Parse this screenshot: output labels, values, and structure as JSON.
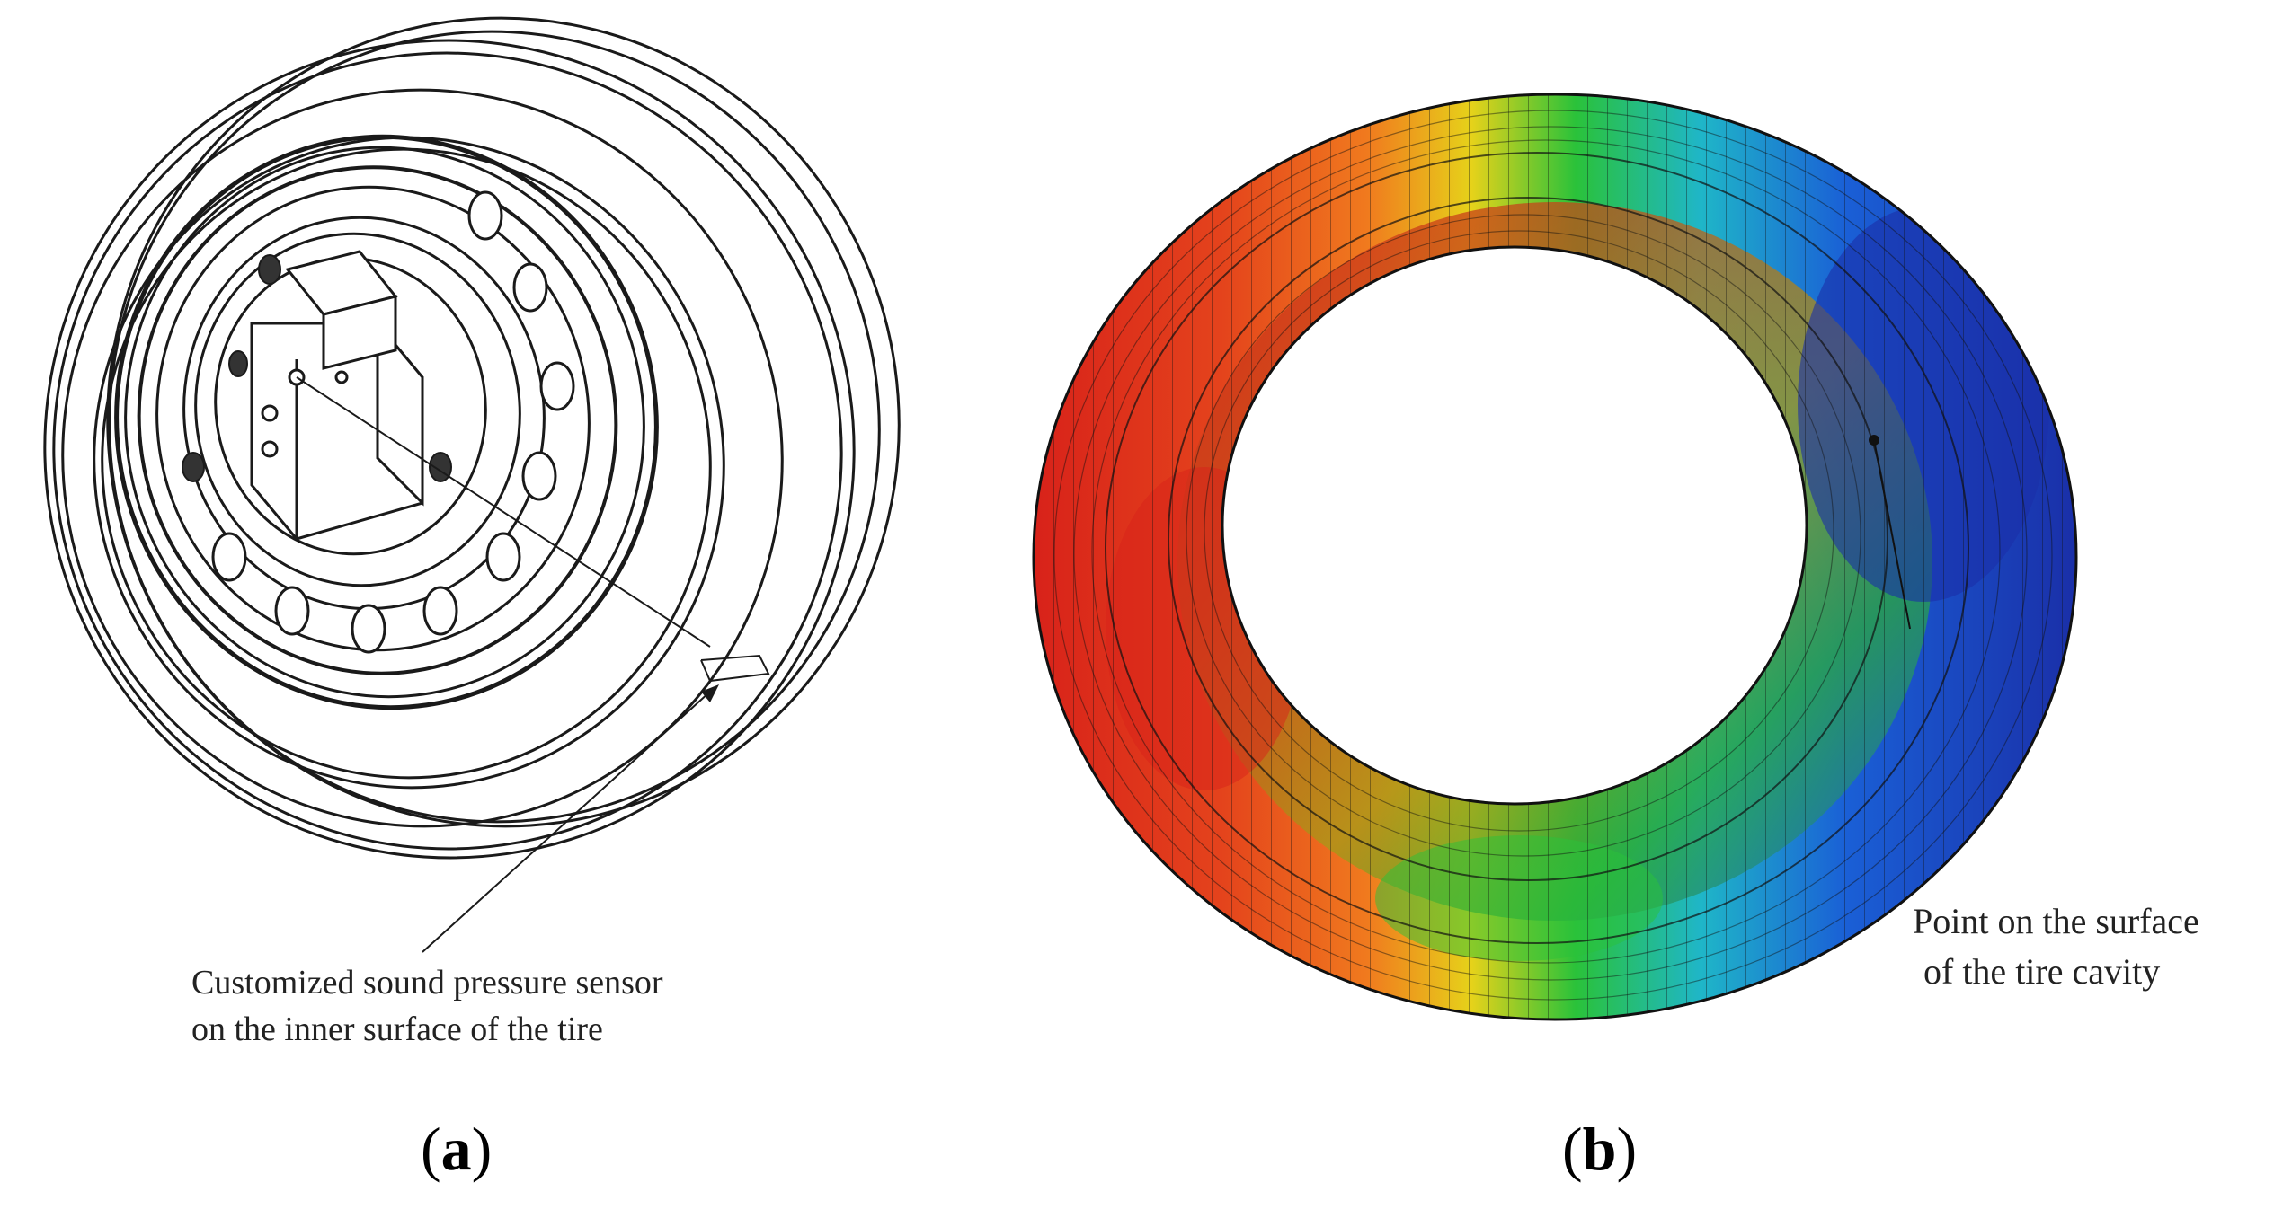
{
  "panels": [
    {
      "id": "a",
      "label": "a",
      "annotation": {
        "lines": [
          "Customized sound pressure sensor",
          "on the inner surface of the tire"
        ]
      }
    },
    {
      "id": "b",
      "label": "b",
      "annotation": {
        "lines": [
          "Point on the surface",
          "of the tire cavity"
        ]
      }
    }
  ],
  "colors": {
    "line_art": "#1a1a1a",
    "contour_red": "#d8221a",
    "contour_orange": "#f07a1e",
    "contour_yellow": "#e6d21a",
    "contour_green": "#2ac23a",
    "contour_cyan": "#1fb6c8",
    "contour_blue": "#1a5fd6",
    "contour_darkblue": "#1a2fa8"
  }
}
